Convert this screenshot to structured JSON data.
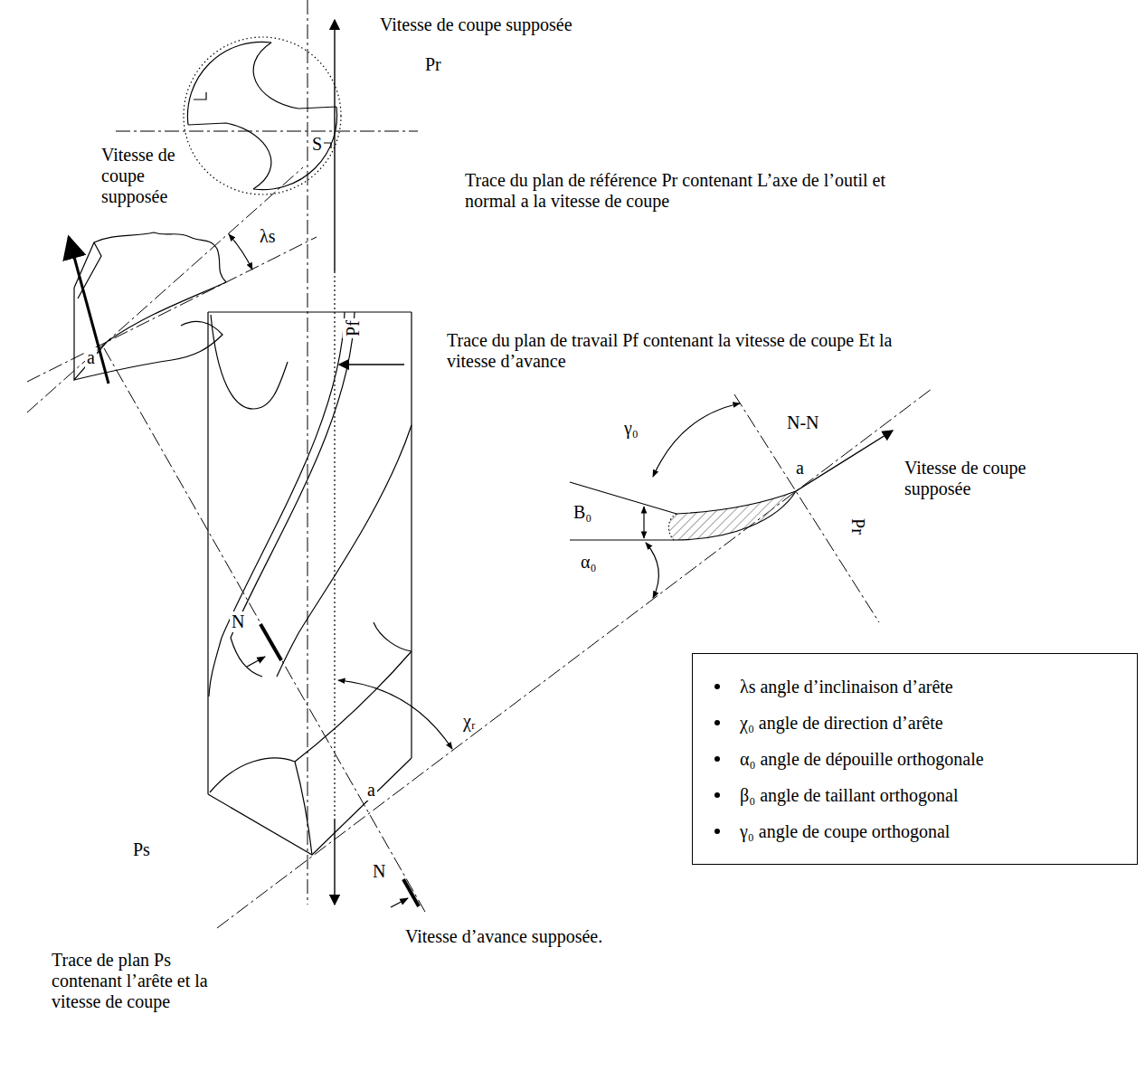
{
  "diagram": {
    "nodes": [
      {
        "text": [
          "λs angle d’inclinaison d’arête",
          "χ₀ angle de direction d’arête",
          "α₀ angle de dépouille orthogonale",
          "β₀ angle de taillant orthogonal",
          "γ₀ angle de coupe orthogonal"
        ]
      }
    ],
    "labels": [
      "Vitesse de coupe supposée",
      "Pr",
      "S",
      "Trace du plan de référence Pr contenant L’axe de l’outil et normal a la vitesse de coupe",
      "Vitesse de coupe supposée",
      "λs",
      "Pf",
      "Trace du plan de travail Pf contenant la vitesse de coupe Et la vitesse d’avance",
      "a",
      "γ₀",
      "N-N",
      "a",
      "Vitesse de coupe supposée",
      "B₀",
      "Pr",
      "α₀",
      "N",
      "χᵣ",
      "a",
      "N",
      "Ps",
      "Vitesse d’avance supposée.",
      "Trace de plan Ps contenant l’arête et la vitesse de coupe"
    ]
  }
}
